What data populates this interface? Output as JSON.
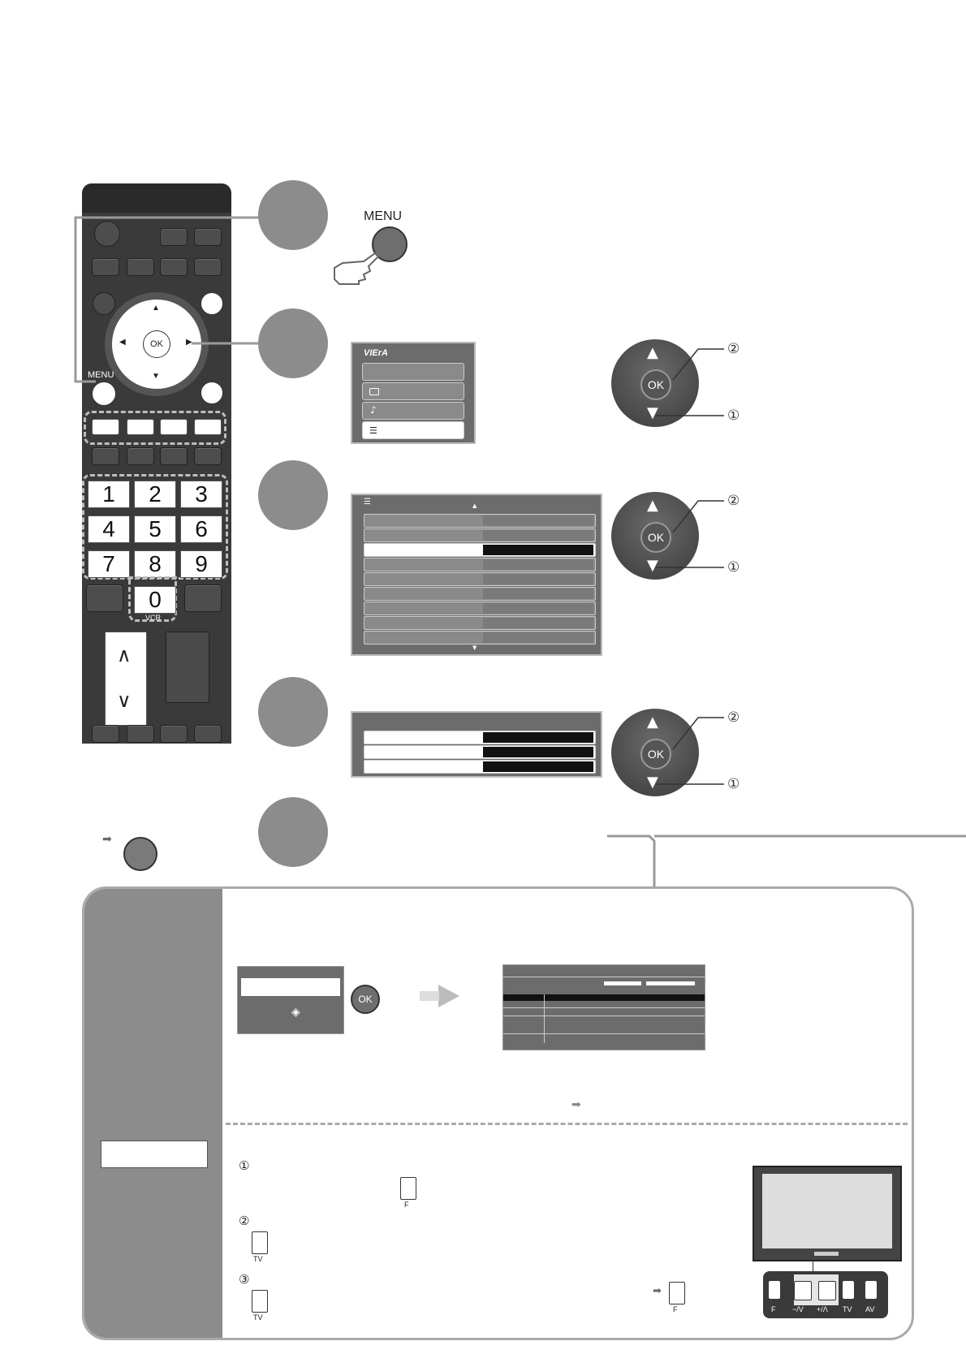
{
  "remote": {
    "menu_label": "MENU",
    "vcr_label": "VCR",
    "ok_label": "OK",
    "up_arrow": "▲",
    "down_arrow": "▼",
    "left_arrow": "◀",
    "right_arrow": "▶",
    "ch_up": "∧",
    "ch_down": "∨",
    "numbers": [
      "1",
      "2",
      "3",
      "4",
      "5",
      "6",
      "7",
      "8",
      "9",
      "0"
    ]
  },
  "step1": {
    "menu_button_label": "MENU"
  },
  "viera_menu": {
    "logo": "VIErA"
  },
  "pad": {
    "ok_label": "OK",
    "callout_1": "①",
    "callout_2": "②"
  },
  "panel": {
    "ok_label": "OK",
    "sub_steps": [
      "①",
      "②",
      "③"
    ],
    "key_f": "F",
    "key_tv": "TV",
    "tv_side_labels": [
      "F",
      "−/V",
      "+/Λ",
      "TV",
      "AV"
    ]
  },
  "icons": [
    "pointing-hand-icon",
    "arrow-right-icon",
    "list-icon",
    "music-icon",
    "screen-icon"
  ]
}
